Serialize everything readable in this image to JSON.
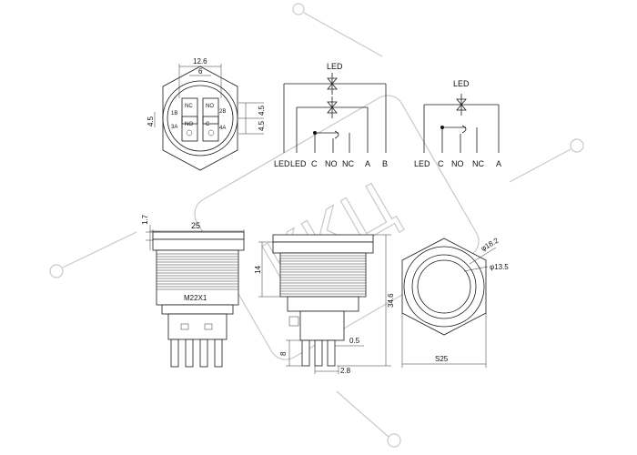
{
  "top_front_view": {
    "dim_width": "12.6",
    "dim_inner": "6",
    "dim_left": "4.5",
    "dim_right_top": "4.5",
    "dim_right_bot": "4.5",
    "pins": [
      "NC",
      "NO",
      "NO",
      "C"
    ],
    "pin_codes": [
      "1B",
      "2B",
      "3A",
      "4A"
    ]
  },
  "schematic_a": {
    "led_label": "LED",
    "terminals": [
      "LED",
      "LED",
      "C",
      "NO",
      "NC",
      "A",
      "B"
    ]
  },
  "schematic_b": {
    "led_label": "LED",
    "terminals": [
      "LED",
      "C",
      "NO",
      "NC",
      "A"
    ]
  },
  "side_view": {
    "dim_top": "1.7",
    "dim_width": "25",
    "thread": "M22X1"
  },
  "side_view2": {
    "dim_14": "14",
    "dim_346": "34.6",
    "dim_8": "8",
    "dim_05": "0.5",
    "dim_28": "2.8"
  },
  "front_view": {
    "dim_outer": "φ18.2",
    "dim_inner": "φ13.5",
    "dim_s": "S25"
  },
  "watermark": {
    "text": "ККЦ"
  }
}
